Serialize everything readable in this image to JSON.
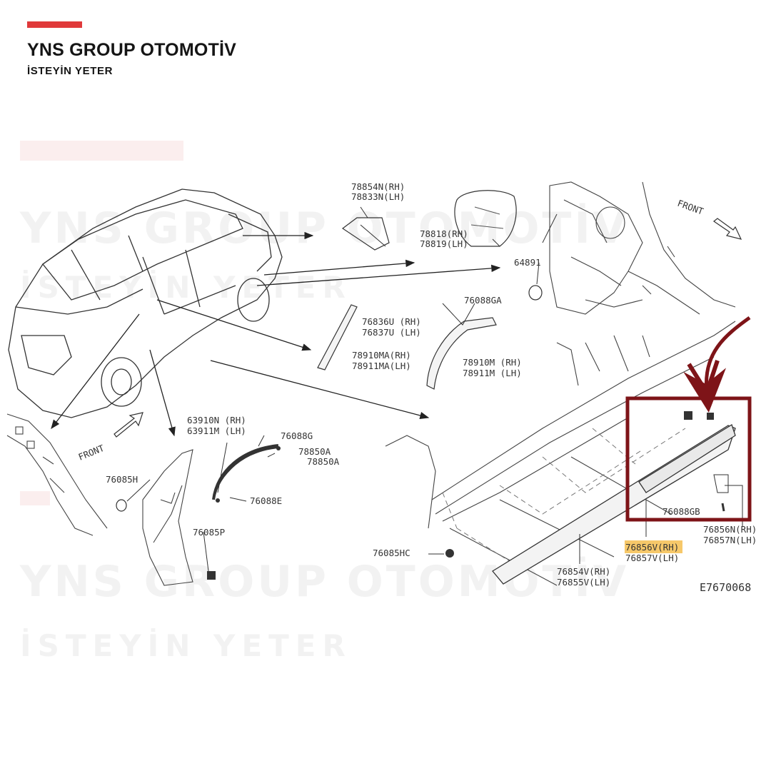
{
  "brand": {
    "title": "YNS GROUP OTOMOTİV",
    "tagline": "İSTEYİN YETER"
  },
  "watermark": {
    "brand": "YNS GROUP OTOMOTİV",
    "tagline": "İSTEYİN YETER"
  },
  "colors": {
    "accent": "#e0393a",
    "highlight_box": "#7e1418",
    "highlight_fill": "#f6c86a"
  },
  "labels": {
    "front_top": "FRONT",
    "front_left": "FRONT",
    "p78854N": "78854N(RH)",
    "p78833N": "78833N(LH)",
    "p78818": "78818(RH)",
    "p78819": "78819(LH)",
    "p64891": "64891",
    "p76088GA": "76088GA",
    "p76836U": "76836U (RH)",
    "p76837U": "76837U (LH)",
    "p78910MA": "78910MA(RH)",
    "p78911MA": "78911MA(LH)",
    "p78910M": "78910M (RH)",
    "p78911M": "78911M (LH)",
    "p63910N": "63910N (RH)",
    "p63911M": "63911M (LH)",
    "p76088G": "76088G",
    "p78850A_a": "78850A",
    "p78850A_b": "78850A",
    "p76085H": "76085H",
    "p76088E": "76088E",
    "p76085P": "76085P",
    "p76085HC": "76085HC",
    "p76088GB": "76088GB",
    "p76856N": "76856N(RH)",
    "p76857N": "76857N(LH)",
    "p76856V": "76856V(RH)",
    "p76857V": "76857V(LH)",
    "p76854V": "76854V(RH)",
    "p76855V": "76855V(LH)",
    "diagram_code": "E7670068"
  }
}
